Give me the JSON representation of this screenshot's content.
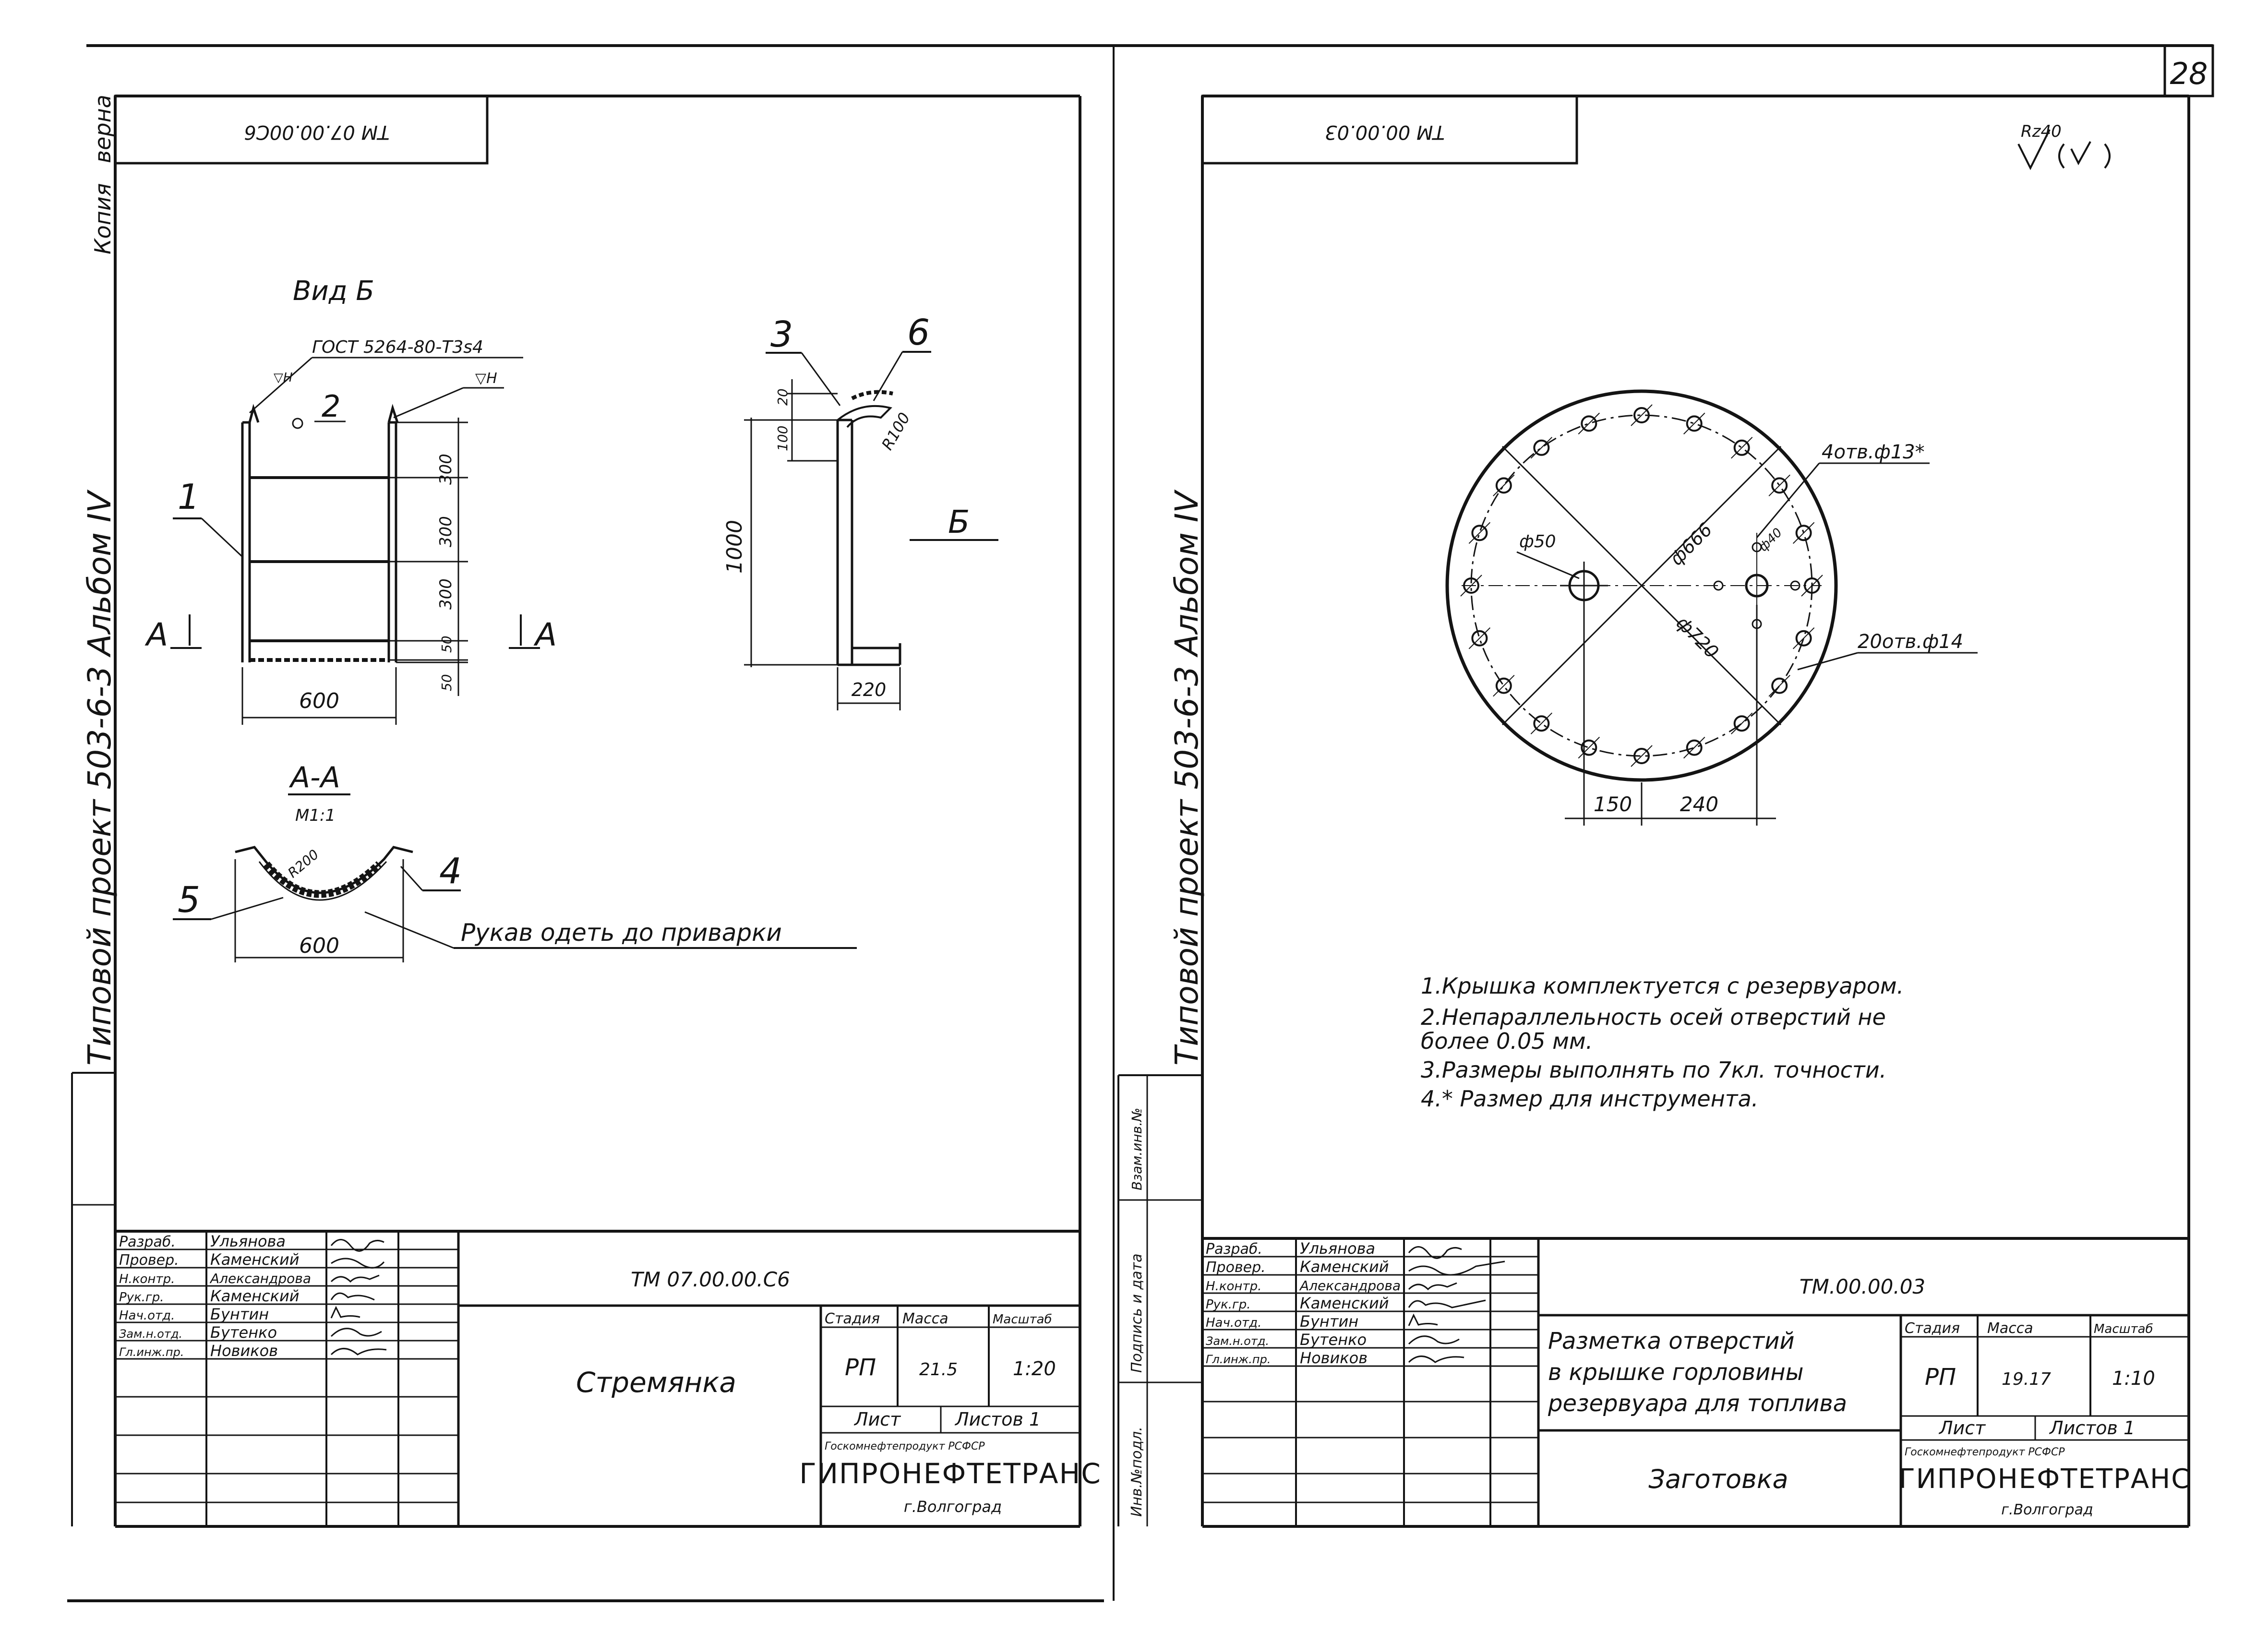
{
  "page_number": "28",
  "side_stamps": {
    "kopiya": "Копия",
    "verna": "верна",
    "left_project": "Типовой проект 503-6-3 Альбом IV",
    "right_project": "Типовой проект 503-6-3 Альбом IV"
  },
  "left_sheet": {
    "doc_code_rotated": "ТМ 07.00.00С6",
    "view_title": "Вид Б",
    "gost_note": "ГОСТ 5264-80-Т3s4",
    "weld_note_1": "▽Н",
    "weld_note_2": "▽Н",
    "callouts": [
      "1",
      "2",
      "3",
      "4",
      "5",
      "6"
    ],
    "section_marks": [
      "А",
      "А",
      "Б"
    ],
    "dims_front": [
      "600",
      "300",
      "300",
      "300",
      "50",
      "50"
    ],
    "dims_side": [
      "1000",
      "20",
      "100",
      "220",
      "R100"
    ],
    "section_title": "А-А",
    "section_scale": "М1:1",
    "section_dims": [
      "R200",
      "600"
    ],
    "sleeve_note": "Рукав одеть до приварки",
    "title_block": {
      "roles": [
        "Разраб.",
        "Провер.",
        "Н.контр.",
        "Рук.гр.",
        "Нач.отд.",
        "Зам.н.отд.",
        "Гл.инж.пр."
      ],
      "names": [
        "Ульянова",
        "Каменский",
        "Александрова",
        "Каменский",
        "Бунтин",
        "Бутенко",
        "Новиков"
      ],
      "doc_code": "ТМ 07.00.00.С6",
      "name": "Стремянка",
      "col_headers": [
        "Стадия",
        "Масса",
        "Масштаб"
      ],
      "stage": "РП",
      "mass": "21.5",
      "scale": "1:20",
      "sheet_label": "Лист",
      "sheets_label": "Листов 1",
      "org_small": "Госкомнефтепродукт РСФСР",
      "org": "ГИПРОНЕФТЕТРАНС",
      "city": "г.Волгоград"
    }
  },
  "right_sheet": {
    "doc_code_rotated": "ТМ 00.00.03",
    "roughness": "Rz40",
    "stamp_labels": [
      "Инв.№подл.",
      "Подпись и дата",
      "Взам.инв.№"
    ],
    "labels": {
      "holes_13": "4отв.ф13*",
      "holes_14": "20отв.ф14",
      "d_666": "ф666",
      "d_720": "ф720",
      "d_50": "ф50",
      "d_40": "ф40",
      "dim_150": "150",
      "dim_240": "240"
    },
    "notes": [
      "1.Крышка комплектуется с резервуаром.",
      "2.Непараллельность осей отверстий не",
      "более 0.05 мм.",
      "3.Размеры выполнять по 7кл. точности.",
      "4.* Размер для инструмента."
    ],
    "title_block": {
      "roles": [
        "Разраб.",
        "Провер.",
        "Н.контр.",
        "Рук.гр.",
        "Нач.отд.",
        "Зам.н.отд.",
        "Гл.инж.пр."
      ],
      "names": [
        "Ульянова",
        "Каменский",
        "Александрова",
        "Каменский",
        "Бунтин",
        "Бутенко",
        "Новиков"
      ],
      "doc_code": "ТМ.00.00.03",
      "name_lines": [
        "Разметка отверстий",
        "в крышке горловины",
        "резервуара для топлива"
      ],
      "sub_name": "Заготовка",
      "col_headers": [
        "Стадия",
        "Масса",
        "Масштаб"
      ],
      "stage": "РП",
      "mass": "19.17",
      "scale": "1:10",
      "sheet_label": "Лист",
      "sheets_label": "Листов 1",
      "org_small": "Госкомнефтепродукт РСФСР",
      "org": "ГИПРОНЕФТЕТРАНС",
      "city": "г.Волгоград"
    }
  }
}
